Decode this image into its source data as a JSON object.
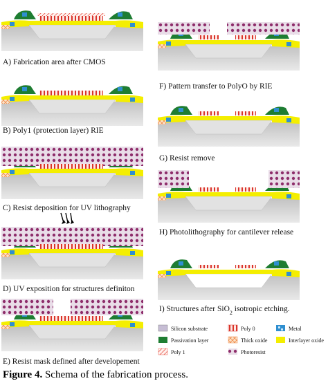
{
  "panels": [
    {
      "id": "A",
      "caption": "A) Fabrication area after CMOS"
    },
    {
      "id": "B",
      "caption": "B) Poly1 (protection layer) RIE"
    },
    {
      "id": "C",
      "caption": "C) Resist deposition for UV lithography"
    },
    {
      "id": "D",
      "caption": "D) UV exposition  for structures definiton"
    },
    {
      "id": "E",
      "caption": "E) Resist mask defined after developement"
    },
    {
      "id": "F",
      "caption": "F) Pattern transfer to PolyO by RIE"
    },
    {
      "id": "G",
      "caption": "G) Resist remove"
    },
    {
      "id": "H",
      "caption": "H) Photolithography for cantilever release"
    },
    {
      "id": "I",
      "caption_prefix": "I) Structures after SiO",
      "caption_sub": "2",
      "caption_suffix": " isotropic etching."
    }
  ],
  "legend": [
    {
      "key": "silicon",
      "label": "Silicon substrate",
      "color": "#c6bdd4"
    },
    {
      "key": "poly0",
      "label": "Poly 0",
      "color": "#d9342b"
    },
    {
      "key": "metal",
      "label": "Metal",
      "color": "#2f8fd0"
    },
    {
      "key": "passivation",
      "label": "Passivation layer",
      "color": "#1e7d32"
    },
    {
      "key": "thickoxide",
      "label": "Thick oxide",
      "color": "#f4b07a"
    },
    {
      "key": "interlayer",
      "label": "Interlayer oxide",
      "color": "#f4ee00"
    },
    {
      "key": "poly1",
      "label": "Poly 1",
      "color": "#e85a4f"
    },
    {
      "key": "photoresist",
      "label": "Photoresist",
      "color": "#8e2d6b"
    }
  ],
  "figure": {
    "label": "Figure 4.",
    "title": " Schema of the fabrication process."
  }
}
